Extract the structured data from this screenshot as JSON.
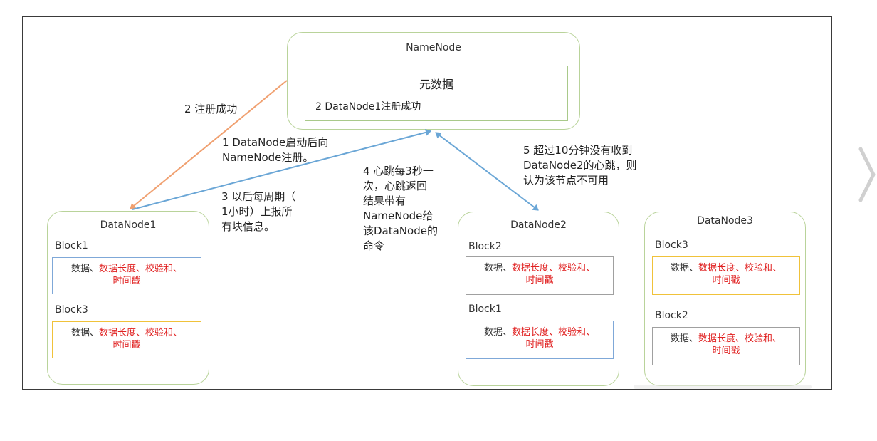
{
  "namenode": {
    "title": "NameNode",
    "metadata_title": "元数据",
    "metadata_entry": "2 DataNode1注册成功"
  },
  "datanodes": [
    {
      "title": "DataNode1",
      "blocks": [
        {
          "label": "Block1",
          "color": "#7fa8d8"
        },
        {
          "label": "Block3",
          "color": "#f0c23a"
        }
      ]
    },
    {
      "title": "DataNode2",
      "blocks": [
        {
          "label": "Block2",
          "color": "#a0a0a0"
        },
        {
          "label": "Block1",
          "color": "#7fa8d8"
        }
      ]
    },
    {
      "title": "DataNode3",
      "blocks": [
        {
          "label": "Block3",
          "color": "#f0c23a"
        },
        {
          "label": "Block2",
          "color": "#a0a0a0"
        }
      ]
    }
  ],
  "block_content": {
    "part1": "数据、",
    "part2": "数据长度、校验和、",
    "part3": "时间戳"
  },
  "annotations": {
    "a2": "2 注册成功",
    "a1": [
      "1 DataNode启动后向",
      "NameNode注册。"
    ],
    "a3": [
      "3 以后每周期（",
      "1小时）上报所",
      "有块信息。"
    ],
    "a4": [
      "4 心跳每3秒一",
      "次，心跳返回",
      "结果带有",
      "NameNode给",
      "该DataNode的",
      "命令"
    ],
    "a5": [
      "5 超过10分钟没有收到",
      "DataNode2的心跳，则",
      "认为该节点不可用"
    ]
  },
  "colors": {
    "orange_arrow": "#f0a070",
    "blue_arrow": "#6aa6d6",
    "node_border": "#b9d39a",
    "red_text": "#e02020"
  }
}
